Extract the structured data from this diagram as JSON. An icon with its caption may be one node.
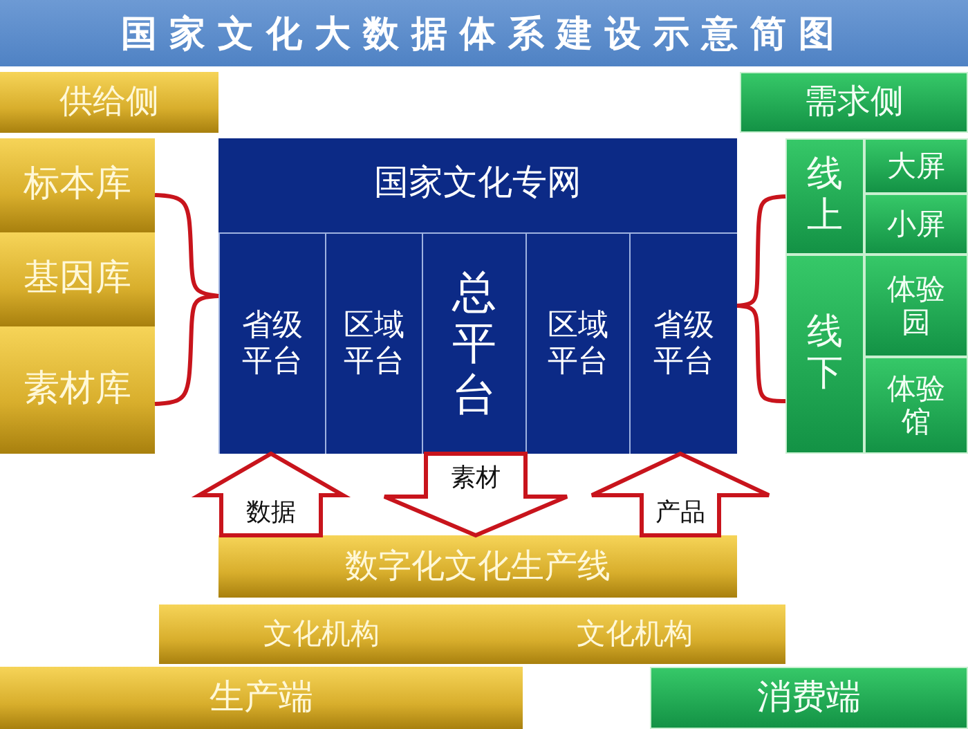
{
  "diagram": {
    "title": "国家文化大数据体系建设示意简图",
    "nodes": [
      {
        "text": [
          "供给侧"
        ]
      },
      {
        "text": [
          "标本库"
        ]
      },
      {
        "text": [
          "基因库"
        ]
      },
      {
        "text": [
          "素材库"
        ]
      },
      {
        "text": [
          "国家文化专网"
        ]
      },
      {
        "text": [
          "省级平台"
        ],
        "in": 4
      },
      {
        "text": [
          "区域平台"
        ],
        "in": 4
      },
      {
        "text": [
          "总平台"
        ],
        "in": 4
      },
      {
        "text": [
          "区域平台"
        ],
        "in": 4
      },
      {
        "text": [
          "省级平台"
        ],
        "in": 4
      },
      {
        "text": [
          "需求侧"
        ]
      },
      {
        "text": [
          "线上"
        ]
      },
      {
        "text": [
          "大屏"
        ]
      },
      {
        "text": [
          "小屏"
        ]
      },
      {
        "text": [
          "线下"
        ]
      },
      {
        "text": [
          "体验园"
        ]
      },
      {
        "text": [
          "体验馆"
        ]
      },
      {
        "text": [
          "数字化文化生产线"
        ]
      },
      {
        "text": [
          "文化机构"
        ]
      },
      {
        "text": [
          "文化机构"
        ]
      },
      {
        "text": [
          "生产端"
        ]
      },
      {
        "text": [
          "消费端"
        ]
      }
    ],
    "edges": [
      {
        "from": 17,
        "to": 4,
        "arrow": "to",
        "label": "数据",
        "style": "thick"
      },
      {
        "from": 4,
        "to": 17,
        "arrow": "to",
        "label": "素材",
        "style": "thick"
      },
      {
        "from": 17,
        "to": 4,
        "arrow": "to",
        "label": "产品",
        "style": "thick"
      },
      {
        "from": 1,
        "to": 5,
        "arrow": "none"
      },
      {
        "from": 3,
        "to": 5,
        "arrow": "none"
      },
      {
        "from": 9,
        "to": 11,
        "arrow": "none"
      },
      {
        "from": 9,
        "to": 14,
        "arrow": "none"
      }
    ]
  }
}
